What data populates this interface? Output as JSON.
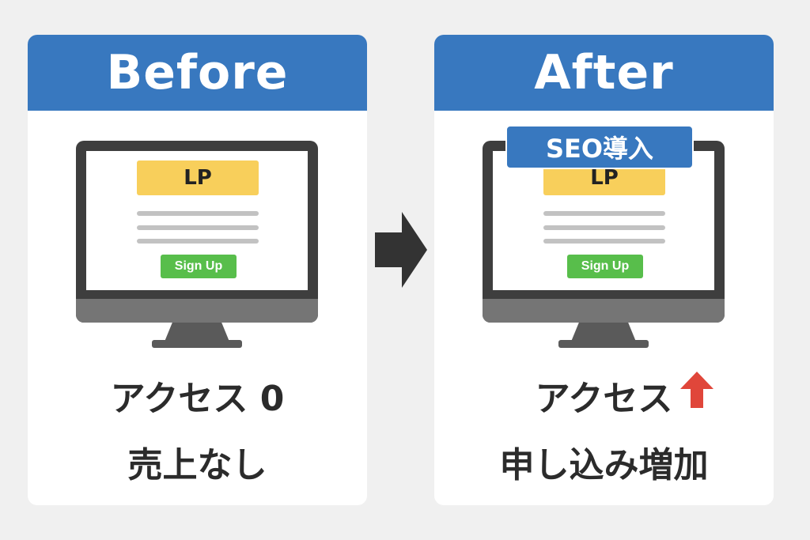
{
  "before": {
    "title": "Before",
    "lp_label": "LP",
    "signup_label": "Sign Up",
    "caption_line1": "アクセス 0",
    "caption_line2": "売上なし"
  },
  "after": {
    "title": "After",
    "badge": "SEO導入",
    "lp_label": "LP",
    "signup_label": "Sign Up",
    "caption_line1": "アクセス",
    "caption_line2": "申し込み増加"
  },
  "colors": {
    "header_blue": "#3878bf",
    "lp_yellow": "#f8cf5b",
    "signup_green": "#58be4b",
    "up_arrow_red": "#e0463a",
    "flow_arrow": "#333333"
  },
  "icons": {
    "flow": "arrow-right-icon",
    "trend": "arrow-up-icon"
  }
}
